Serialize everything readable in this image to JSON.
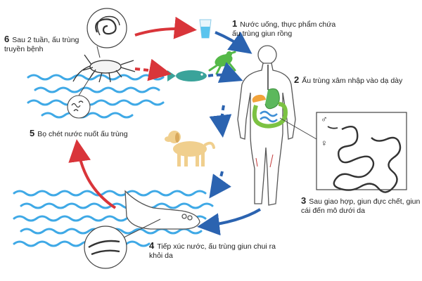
{
  "steps": [
    {
      "number": "1",
      "text": "Nước uống, thực phẩm chứa ấu trùng giun rồng"
    },
    {
      "number": "2",
      "text": "Ấu trùng xâm nhập vào dạ dày"
    },
    {
      "number": "3",
      "text": "Sau giao hợp, giun đực chết, giun cái đến mô dưới da"
    },
    {
      "number": "4",
      "text": "Tiếp xúc nước, ấu trùng giun chui ra khỏi da"
    },
    {
      "number": "5",
      "text": "Bọ chét nước nuốt ấu trùng"
    },
    {
      "number": "6",
      "text": "Sau 2 tuần, ấu trùng truyền bệnh"
    }
  ],
  "sex_symbols": {
    "male": "♂",
    "female": "♀"
  },
  "colors": {
    "arrow_red": "#d9353a",
    "arrow_blue": "#2b63b0",
    "water": "#3fa9e6",
    "skin_outline": "#555555",
    "stomach": "#5cb85c",
    "intestine": "#7cc242"
  }
}
